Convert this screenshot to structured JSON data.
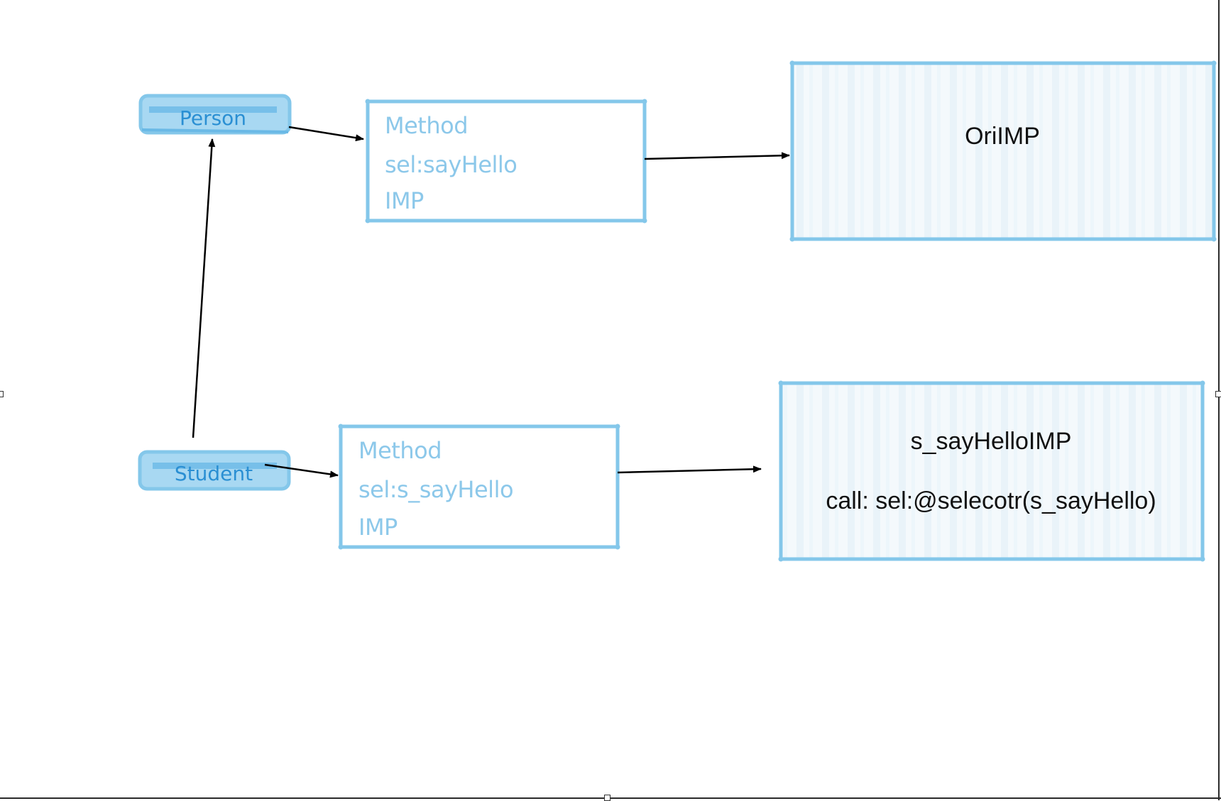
{
  "diagram": {
    "colors": {
      "box_stroke": "#84c7ea",
      "box_fill": "#f3f9fc",
      "class_fill": "#a8d8f2",
      "class_band": "#6ab9e6",
      "method_text": "#8cc8ea",
      "class_text": "#2a8fd3",
      "arrow": "#000000",
      "impl_text": "#111111"
    },
    "classes": {
      "person": {
        "label": "Person"
      },
      "student": {
        "label": "Student"
      }
    },
    "methods": {
      "person_method": {
        "line1": "Method",
        "line2": "sel:sayHello",
        "line3": "IMP"
      },
      "student_method": {
        "line1": "Method",
        "line2": "sel:s_sayHello",
        "line3": "IMP"
      }
    },
    "implementations": {
      "ori": {
        "title": "OriIMP"
      },
      "swizzled": {
        "title": "s_sayHelloIMP",
        "call": "call: sel:@selecotr(s_sayHello)"
      }
    },
    "edges": [
      {
        "from": "Person",
        "to": "Method sel:sayHello"
      },
      {
        "from": "Method sel:sayHello",
        "to": "OriIMP"
      },
      {
        "from": "Student",
        "to": "Person"
      },
      {
        "from": "Student",
        "to": "Method sel:s_sayHello"
      },
      {
        "from": "Method sel:s_sayHello",
        "to": "s_sayHelloIMP"
      }
    ]
  }
}
